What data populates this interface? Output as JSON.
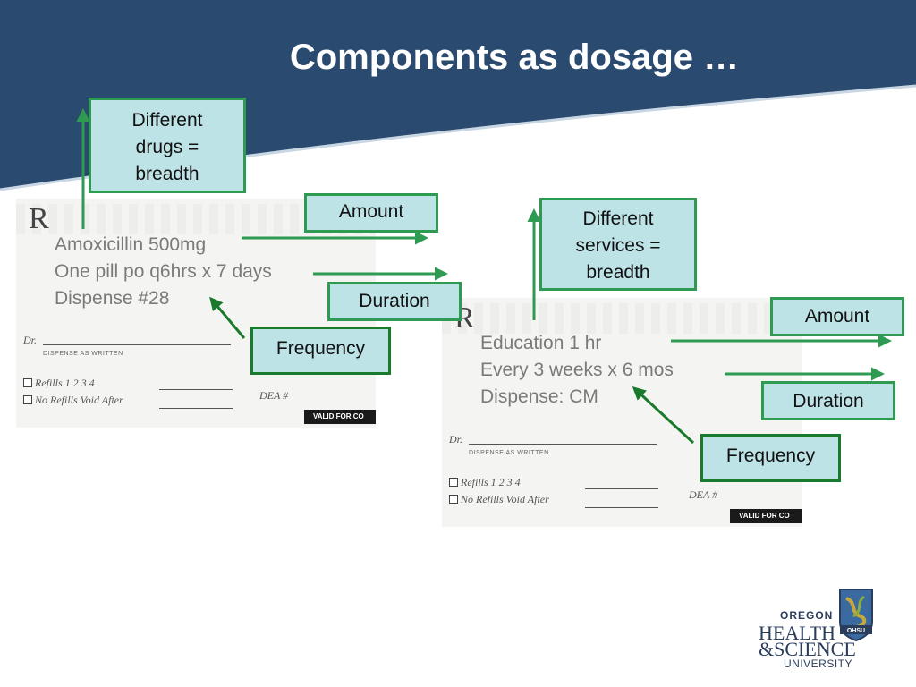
{
  "slide": {
    "title": "Components as dosage …"
  },
  "prescription_left": {
    "rx_symbol": "R",
    "lines": [
      "Amoxicillin 500mg",
      "One pill po q6hrs x 7 days",
      "Dispense #28"
    ],
    "dr_label": "Dr.",
    "dispense_as_written": "DISPENSE AS WRITTEN",
    "refills": "Refills  1   2   3   4",
    "no_refills": "No Refills  Void After",
    "dea": "DEA #",
    "valid_for": "VALID FOR CO"
  },
  "prescription_right": {
    "rx_symbol": "R",
    "lines": [
      "Education 1 hr",
      "Every 3 weeks x 6 mos",
      "Dispense: CM"
    ],
    "dr_label": "Dr.",
    "dispense_as_written": "DISPENSE AS WRITTEN",
    "refills": "Refills  1   2   3   4",
    "no_refills": "No Refills  Void After",
    "dea": "DEA #",
    "valid_for": "VALID FOR CO"
  },
  "labels_left": {
    "breadth": [
      "Different",
      "drugs =",
      "breadth"
    ],
    "amount": "Amount",
    "duration": "Duration",
    "frequency": "Frequency"
  },
  "labels_right": {
    "breadth": [
      "Different",
      "services =",
      "breadth"
    ],
    "amount": "Amount",
    "duration": "Duration",
    "frequency": "Frequency"
  },
  "logo": {
    "line1": "OREGON",
    "line2": "HEALTH",
    "line3": "&SCIENCE",
    "line4": "UNIVERSITY",
    "shield_text": "OHSU"
  },
  "colors": {
    "header_blue": "#2b4a6f",
    "box_fill": "#bde3e6",
    "box_border": "#2f9a52",
    "arrow_green": "#2f9a52"
  }
}
